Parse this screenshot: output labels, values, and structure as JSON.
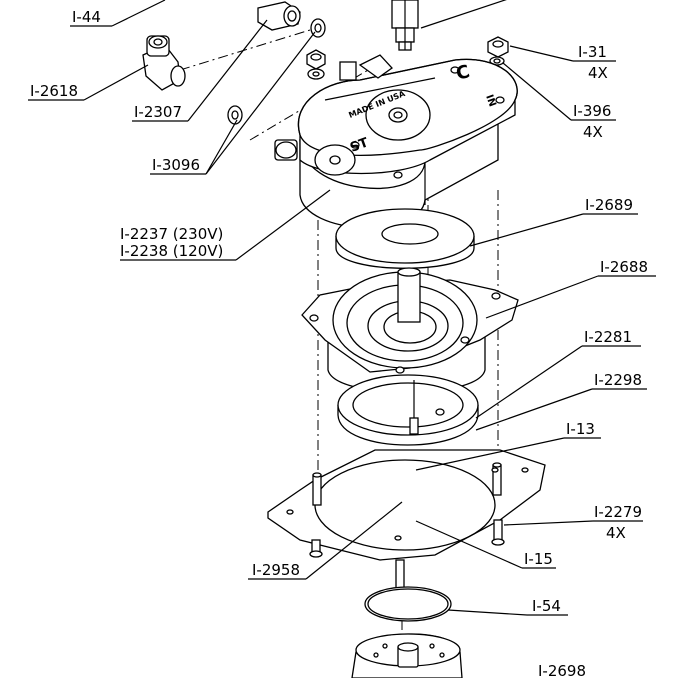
{
  "callouts": {
    "i44": "I-44",
    "i2618": "I-2618",
    "i2307": "I-2307",
    "i3096": "I-3096",
    "i31": "I-31",
    "i31_qty": "4X",
    "i396": "I-396",
    "i396_qty": "4X",
    "i2237": "I-2237 (230V)",
    "i2238": "I-2238 (120V)",
    "i2689": "I-2689",
    "i2688": "I-2688",
    "i2281": "I-2281",
    "i2298": "I-2298",
    "i13": "I-13",
    "i2279": "I-2279",
    "i2279_qty": "4X",
    "i2958": "I-2958",
    "i15": "I-15",
    "i54": "I-54",
    "i2698": "I-2698"
  },
  "housing_marks": {
    "top_right": "C",
    "top_left": "ST",
    "side_right": "IN",
    "motor_label": "MADE IN USA"
  }
}
